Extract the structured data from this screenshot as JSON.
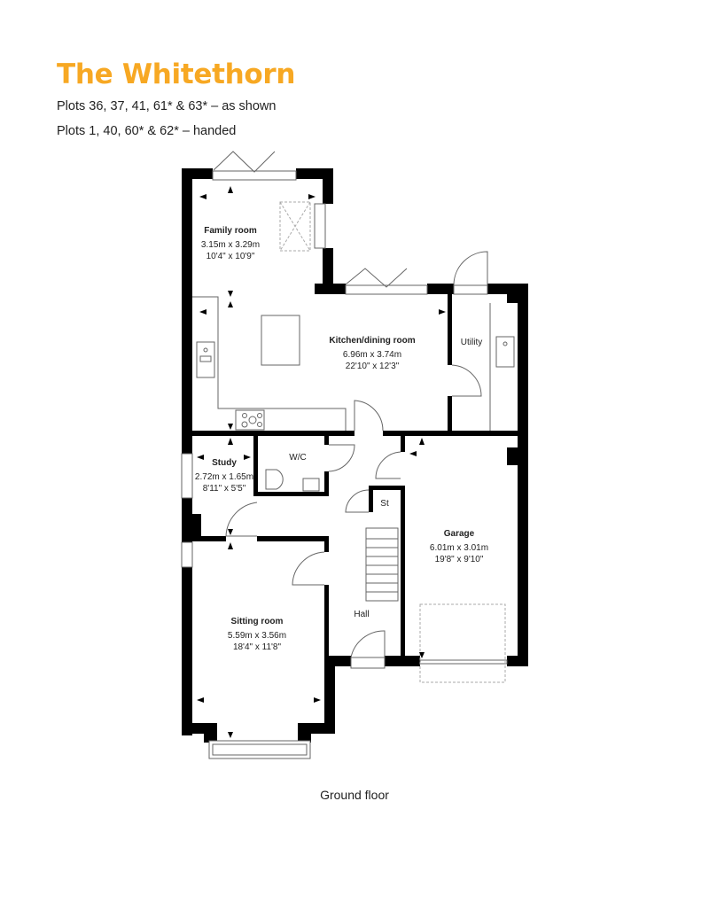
{
  "header": {
    "title": "The Whitethorn",
    "subtitle_as_shown": "Plots 36, 37, 41, 61* & 63* – as shown",
    "subtitle_handed": "Plots 1, 40, 60* & 62* – handed",
    "title_color": "#f7a823"
  },
  "plan": {
    "floor_label": "Ground floor",
    "rooms": {
      "family_room": {
        "name": "Family room",
        "metric": "3.15m x 3.29m",
        "imperial": "10'4\" x 10'9\""
      },
      "kitchen_dining": {
        "name": "Kitchen/dining room",
        "metric": "6.96m x 3.74m",
        "imperial": "22'10\" x 12'3\""
      },
      "utility": {
        "name": "Utility"
      },
      "study": {
        "name": "Study",
        "metric": "2.72m x 1.65m",
        "imperial": "8'11\" x 5'5\""
      },
      "wc": {
        "name": "W/C"
      },
      "store": {
        "name": "St"
      },
      "garage": {
        "name": "Garage",
        "metric": "6.01m x 3.01m",
        "imperial": "19'8\" x 9'10\""
      },
      "hall": {
        "name": "Hall"
      },
      "sitting_room": {
        "name": "Sitting room",
        "metric": "5.59m x 3.56m",
        "imperial": "18'4\" x 11'8\""
      }
    },
    "colors": {
      "wall": "#000000",
      "fixture": "#666666",
      "dashed": "#aaaaaa"
    }
  }
}
